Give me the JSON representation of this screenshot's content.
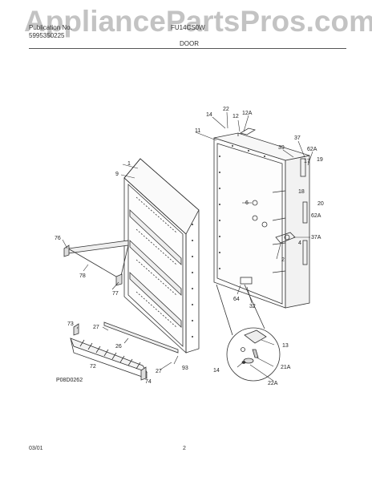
{
  "watermark": "AppliancePartsPros.com",
  "header": {
    "left_line1": "Publication No.",
    "left_line2": "5995350225",
    "model": "FU14CS0W",
    "section": "DOOR"
  },
  "callouts": {
    "c22": "22",
    "c14a": "14",
    "c12": "12",
    "c12a": "12A",
    "c11": "11",
    "c37": "37",
    "c39": "39",
    "c62a": "62A",
    "c17": "17",
    "c19": "19",
    "c18": "18",
    "c20": "20",
    "c6": "6",
    "c62a_b": "62A",
    "c37a": "37A",
    "c4": "4",
    "c2": "2",
    "c64": "64",
    "c32": "32",
    "c1": "1",
    "c9": "9",
    "c76": "76",
    "c78": "78",
    "c77": "77",
    "c73": "73",
    "c27a": "27",
    "c26": "26",
    "c72": "72",
    "c27b": "27",
    "c93": "93",
    "c74": "74",
    "c13": "13",
    "c21a": "21A",
    "c14b": "14",
    "c22a": "22A"
  },
  "figure_code": "P08D0262",
  "footer": {
    "date": "03/01",
    "page": "2"
  }
}
